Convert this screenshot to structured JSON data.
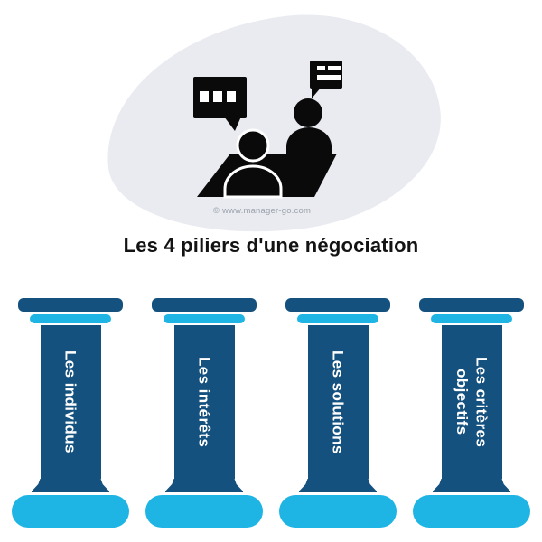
{
  "title": "Les 4 piliers d'une négociation",
  "credit": "© www.manager-go.com",
  "illustration": {
    "icon": "negotiation-people-icon",
    "description_parts": [
      "speech-bubble-dots-icon",
      "speech-bubble-lines-icon",
      "person-left-icon",
      "person-right-icon",
      "table-icon"
    ]
  },
  "pillars": [
    {
      "label": "Les individus"
    },
    {
      "label": "Les intérêts"
    },
    {
      "label": "Les solutions"
    },
    {
      "label": "Les critères objectifs"
    }
  ],
  "colors": {
    "dark_blue": "#15517E",
    "cyan": "#1EB5E5",
    "blob_gray": "#E9EBF1",
    "title_ink": "#131313",
    "credit_gray": "#9CA3AB",
    "label_text": "#FFFFFF",
    "icon_black": "#0A0A0A"
  }
}
